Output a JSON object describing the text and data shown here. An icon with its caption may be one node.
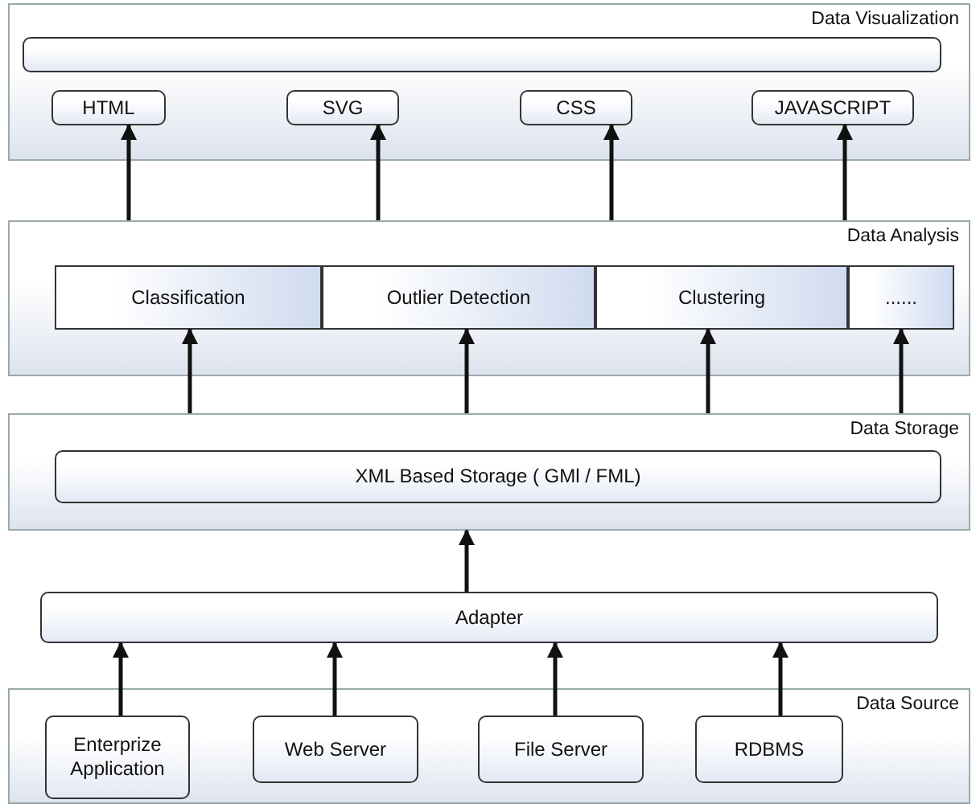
{
  "diagram": {
    "nodes": [
      {
        "text": [
          "Data Visualization"
        ]
      },
      {
        "text": [],
        "shape": "box",
        "in": 0
      },
      {
        "text": [
          "HTML"
        ],
        "in": 0
      },
      {
        "text": [
          "SVG"
        ],
        "in": 0
      },
      {
        "text": [
          "CSS"
        ],
        "in": 0
      },
      {
        "text": [
          "JAVASCRIPT"
        ],
        "in": 0
      },
      {
        "text": [
          "Data Analysis"
        ]
      },
      {
        "text": [
          "Classification"
        ],
        "in": 6
      },
      {
        "text": [
          "Outlier Detection"
        ],
        "in": 6
      },
      {
        "text": [
          "Clustering"
        ],
        "in": 6
      },
      {
        "text": [
          "......"
        ],
        "in": 6
      },
      {
        "text": [
          "Data Storage"
        ]
      },
      {
        "text": [
          "XML Based Storage ( GMl / FML)"
        ],
        "in": 11
      },
      {
        "text": [
          "Adapter"
        ]
      },
      {
        "text": [
          "Data Source"
        ]
      },
      {
        "text": [
          "Enterprize Application"
        ],
        "in": 14
      },
      {
        "text": [
          "Web Server"
        ],
        "in": 14
      },
      {
        "text": [
          "File Server"
        ],
        "in": 14
      },
      {
        "text": [
          "RDBMS"
        ],
        "in": 14
      }
    ],
    "edges": [
      {
        "from": 6,
        "to": 2,
        "arrow": "to"
      },
      {
        "from": 6,
        "to": 3,
        "arrow": "to"
      },
      {
        "from": 6,
        "to": 4,
        "arrow": "to"
      },
      {
        "from": 6,
        "to": 5,
        "arrow": "to"
      },
      {
        "from": 11,
        "to": 7,
        "arrow": "to"
      },
      {
        "from": 11,
        "to": 8,
        "arrow": "to"
      },
      {
        "from": 11,
        "to": 9,
        "arrow": "to"
      },
      {
        "from": 11,
        "to": 10,
        "arrow": "to"
      },
      {
        "from": 13,
        "to": 11,
        "arrow": "to"
      },
      {
        "from": 15,
        "to": 13,
        "arrow": "to"
      },
      {
        "from": 16,
        "to": 13,
        "arrow": "to"
      },
      {
        "from": 17,
        "to": 13,
        "arrow": "to"
      },
      {
        "from": 18,
        "to": 13,
        "arrow": "to"
      }
    ]
  }
}
